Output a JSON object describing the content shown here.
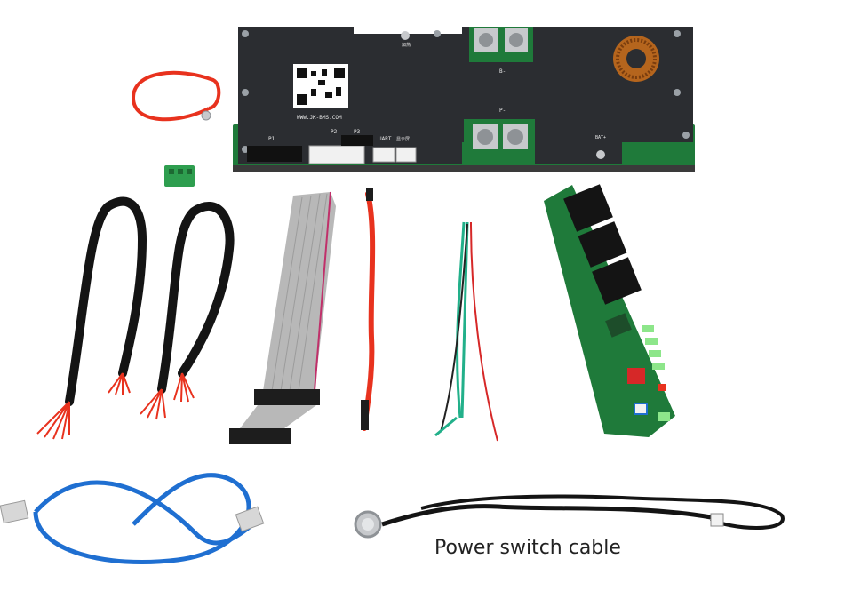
{
  "caption": "Power switch cable",
  "board": {
    "url": "WWW.JK-BMS.COM",
    "ports": [
      "P1",
      "P2",
      "P3",
      "UART",
      "显示屏"
    ],
    "b_minus": "B-",
    "p_minus": "P-",
    "bat_plus": "BAT+",
    "marking": "加热"
  },
  "colors": {
    "pcb": "#2b2d31",
    "green_pcb": "#1f7a3a",
    "red_wire": "#e8321e",
    "blue_cable": "#1f6fd1",
    "ribbon": "#b8b8b8"
  }
}
